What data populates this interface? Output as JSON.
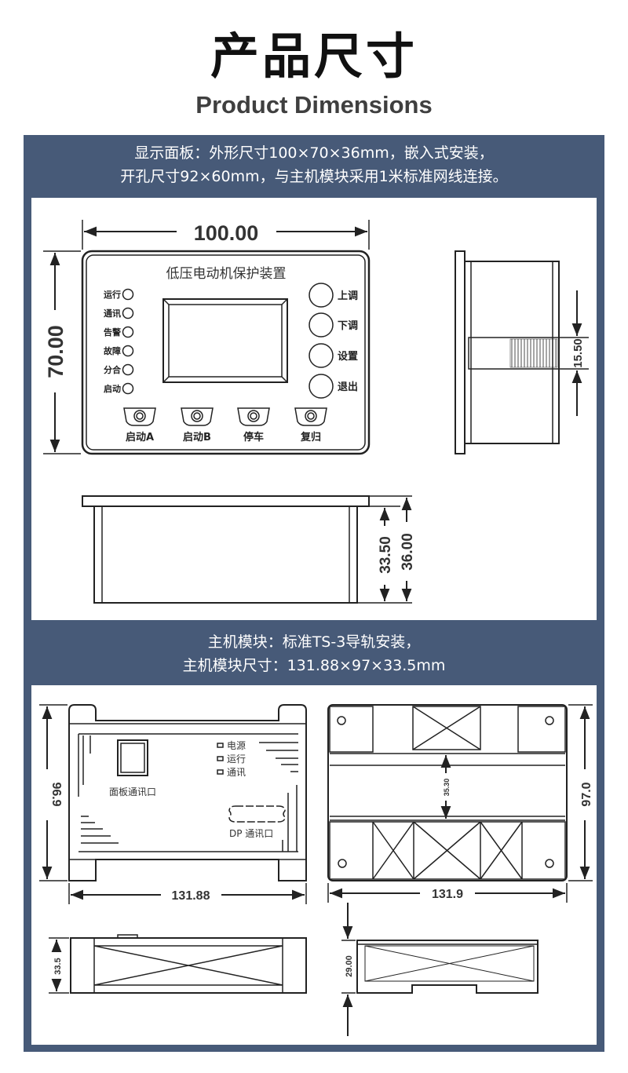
{
  "title": {
    "cn": "产品尺寸",
    "en": "Product Dimensions"
  },
  "section1": {
    "header_line1": "显示面板：外形尺寸100×70×36mm，嵌入式安装，",
    "header_line2": "开孔尺寸92×60mm，与主机模块采用1米标准网线连接。",
    "device_title": "低压电动机保护装置",
    "leds": [
      "运行",
      "通讯",
      "告警",
      "故障",
      "分合",
      "启动"
    ],
    "side_buttons": [
      "上调",
      "下调",
      "设置",
      "退出"
    ],
    "bottom_buttons": [
      "启动A",
      "启动B",
      "停车",
      "复归"
    ],
    "dims": {
      "width": "100.00",
      "height": "70.00",
      "connector": "15.50",
      "depth_body": "33.50",
      "depth_total": "36.00"
    }
  },
  "section2": {
    "header_line1": "主机模块：标准TS-3导轨安装，",
    "header_line2": "主机模块尺寸：131.88×97×33.5mm",
    "panel_port": "面板通讯口",
    "leds": [
      "电源",
      "运行",
      "通讯"
    ],
    "dp_port": "DP 通讯口",
    "dims": {
      "front_height": "96.9",
      "front_width": "131.88",
      "back_height": "97.0",
      "back_width": "131.9",
      "rail": "35.30",
      "side_left": "33.5",
      "side_right": "29.00"
    }
  }
}
